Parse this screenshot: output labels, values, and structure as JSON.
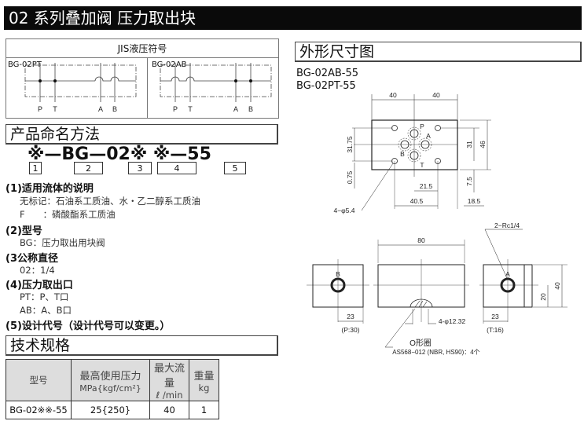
{
  "title": "02 系列叠加阀 压力取出块",
  "jis": {
    "header": "JIS液压符号",
    "left_label": "BG-02PT",
    "right_label": "BG-02AB",
    "ports": [
      "P",
      "T",
      "A",
      "B"
    ]
  },
  "naming": {
    "heading": "产品命名方法",
    "code": [
      "※",
      "—",
      "BG",
      "—",
      "02",
      "※",
      "※",
      "—",
      "55"
    ],
    "boxes": [
      "1",
      "2",
      "3",
      "4",
      "5"
    ],
    "items": [
      {
        "title": "(1)适用流体的说明",
        "lines": [
          "无标记：石油系工质油、水・乙二醇系工质油",
          "F　　：磷酸酯系工质油"
        ]
      },
      {
        "title": "(2)型号",
        "lines": [
          "BG：压力取出用块阀"
        ]
      },
      {
        "title": "(3公称直径",
        "lines": [
          "02：1/4"
        ]
      },
      {
        "title": "(4)压力取出口",
        "lines": [
          "PT：P、T口",
          "AB：A、B口"
        ]
      },
      {
        "title": "(5)设计代号（设计代号可以变更。）",
        "lines": []
      }
    ]
  },
  "spec": {
    "heading": "技术规格",
    "headers": [
      {
        "l1": "型号",
        "l2": ""
      },
      {
        "l1": "最高使用压力",
        "l2": "MPa{kgf/cm²}"
      },
      {
        "l1": "最大流量",
        "l2": "ℓ /min"
      },
      {
        "l1": "重量",
        "l2": "kg"
      }
    ],
    "row": [
      "BG-02※※-55",
      "25{250}",
      "40",
      "1"
    ]
  },
  "dims": {
    "heading": "外形尺寸图",
    "models": [
      "BG-02AB-55",
      "BG-02PT-55"
    ],
    "top": {
      "w1": "40",
      "w2": "40",
      "h1": "31.75",
      "h2": "31",
      "h3": "46",
      "h4": "0.75",
      "h5": "7.5",
      "d1": "21.5",
      "d2": "40.5",
      "d3": "18.5",
      "holes": "4−φ5.4",
      "ports": [
        "P",
        "A",
        "B",
        "T"
      ]
    },
    "bottom": {
      "len": "80",
      "left_port": "B",
      "right_port": "A",
      "left_dim": "23",
      "left_note": "(P:30)",
      "right_dim": "23",
      "right_note": "(T:16)",
      "thread": "2−Rc1/4",
      "oring_holes": "4-φ12.32",
      "h20": "20",
      "h40": "40",
      "oring_title": "O形圈",
      "oring_spec": "AS568−012 (NBR, HS90)：4个"
    }
  }
}
